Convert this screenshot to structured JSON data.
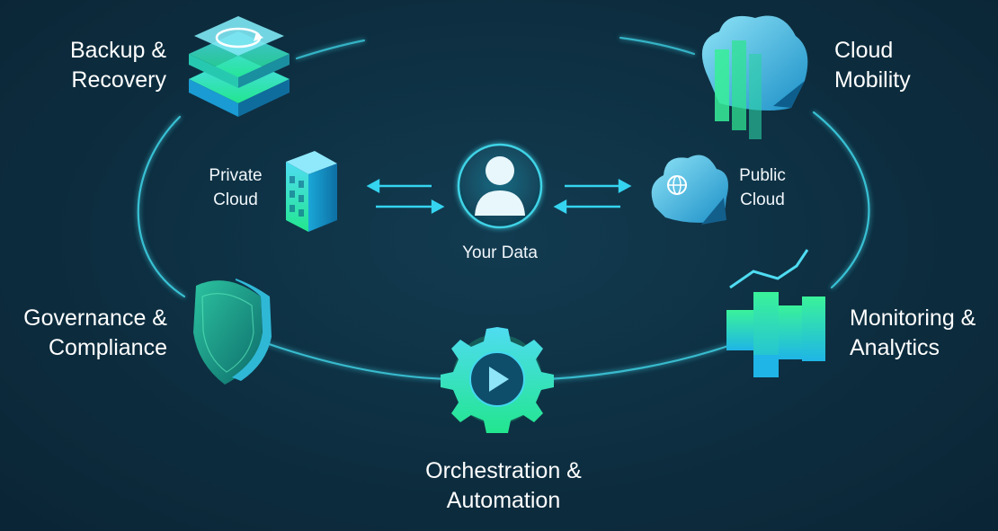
{
  "center": {
    "label": "Your Data",
    "icon": "user-icon"
  },
  "inner": {
    "private_cloud": {
      "line1": "Private",
      "line2": "Cloud",
      "icon": "building-icon"
    },
    "public_cloud": {
      "line1": "Public",
      "line2": "Cloud",
      "icon": "globe-cloud-icon"
    }
  },
  "outer": {
    "backup_recovery": {
      "line1": "Backup &",
      "line2": "Recovery",
      "icon": "layered-sync-icon"
    },
    "cloud_mobility": {
      "line1": "Cloud",
      "line2": "Mobility",
      "icon": "cloud-icon"
    },
    "governance_compliance": {
      "line1": "Governance &",
      "line2": "Compliance",
      "icon": "shield-icon"
    },
    "monitoring_analytics": {
      "line1": "Monitoring &",
      "line2": "Analytics",
      "icon": "bar-chart-icon"
    },
    "orchestration_automation": {
      "line1": "Orchestration &",
      "line2": "Automation",
      "icon": "gear-icon"
    }
  },
  "colors": {
    "background": "#0c2c3e",
    "ring": "#3fd3e6",
    "accent_cyan": "#29c6f0",
    "accent_green": "#2ef08a",
    "text": "#ffffff"
  }
}
